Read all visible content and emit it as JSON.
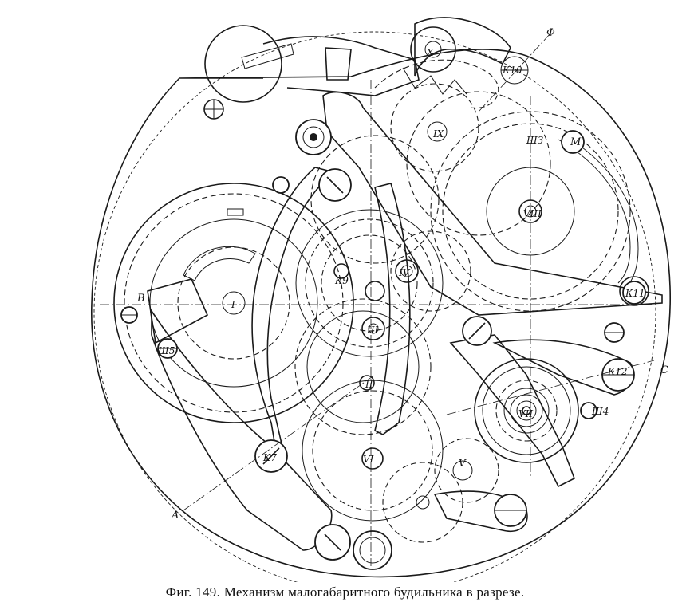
{
  "caption": "Фиг. 149. Механизм малогабаритного будильника в разрезе.",
  "labels": {
    "F": "Ф",
    "M": "M",
    "B": "B",
    "A": "A",
    "C": "C",
    "K10": "К10",
    "K11": "К11",
    "K12": "К12",
    "K7": "К7",
    "K9": "К9",
    "Sh5": "Ш5",
    "Sh3": "Ш3",
    "Sh4": "Ш4",
    "I": "I",
    "II": "II",
    "III": "III",
    "IV": "IV",
    "V": "V",
    "VI": "VI",
    "VII": "VII",
    "VIII": "VIII",
    "IX": "IX",
    "X": "X"
  }
}
